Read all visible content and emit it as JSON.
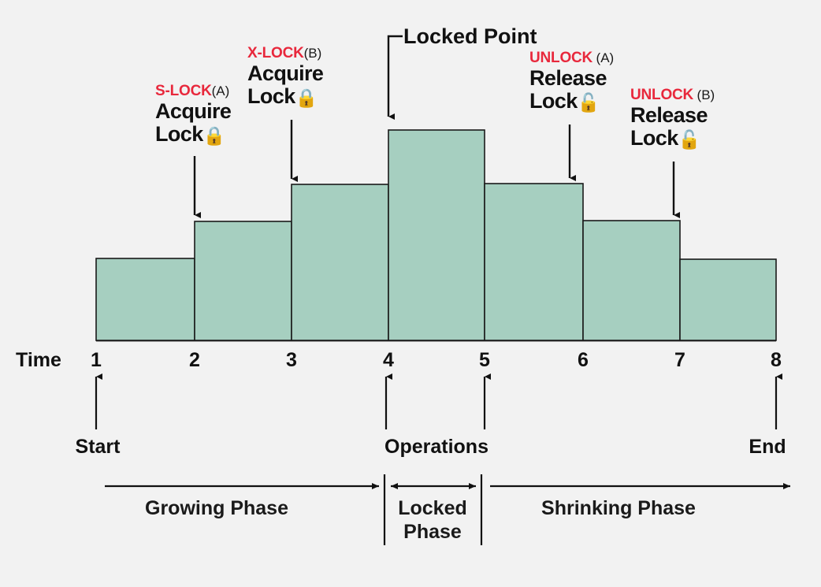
{
  "figure": {
    "background_color": "#f2f2f2",
    "bar_fill": "#a6cfc0",
    "bar_stroke": "#1a1a1a",
    "accent_color": "#e8283c",
    "text_color": "#111111"
  },
  "chart_data": {
    "type": "bar",
    "title": "",
    "xlabel": "Time",
    "ylabel": "",
    "categories": [
      "1",
      "2",
      "3",
      "4",
      "5",
      "6",
      "7",
      "8"
    ],
    "tick_labels": [
      "1",
      "2",
      "3",
      "4",
      "5",
      "6",
      "7",
      "8"
    ],
    "values": [
      1,
      2,
      3,
      4,
      3,
      2,
      1
    ],
    "bar_spans": [
      {
        "from": "1",
        "to": "2",
        "level": 1
      },
      {
        "from": "2",
        "to": "3",
        "level": 2
      },
      {
        "from": "3",
        "to": "4",
        "level": 3
      },
      {
        "from": "4",
        "to": "5",
        "level": 4
      },
      {
        "from": "5",
        "to": "6",
        "level": 3
      },
      {
        "from": "6",
        "to": "7",
        "level": 2
      },
      {
        "from": "7",
        "to": "8",
        "level": 1
      }
    ],
    "grid": false,
    "legend": "none",
    "description": "Two-phase locking protocol lock-count staircase over time"
  },
  "axis": {
    "time_label": "Time"
  },
  "locked_point": {
    "label": "Locked Point"
  },
  "annotations": [
    {
      "id": "s-lock-a",
      "op": "S-LOCK",
      "resource": "(A)",
      "action_line1": "Acquire",
      "action_line2": "Lock",
      "icon": "closed-padlock-icon",
      "icon_glyph": "🔒",
      "target_tick": "2"
    },
    {
      "id": "x-lock-b",
      "op": "X-LOCK",
      "resource": "(B)",
      "action_line1": "Acquire",
      "action_line2": "Lock",
      "icon": "closed-padlock-icon",
      "icon_glyph": "🔒",
      "target_tick": "3"
    },
    {
      "id": "unlock-a",
      "op": "UNLOCK",
      "resource": "(A)",
      "action_line1": "Release",
      "action_line2": "Lock",
      "icon": "open-padlock-icon",
      "icon_glyph": "🔓",
      "target_tick": "6"
    },
    {
      "id": "unlock-b",
      "op": "UNLOCK",
      "resource": "(B)",
      "action_line1": "Release",
      "action_line2": "Lock",
      "icon": "open-padlock-icon",
      "icon_glyph": "🔓",
      "target_tick": "7"
    }
  ],
  "events": [
    {
      "id": "start",
      "label": "Start",
      "tick": "1"
    },
    {
      "id": "operations",
      "label": "Operations",
      "ticks": [
        "4",
        "5"
      ]
    },
    {
      "id": "end",
      "label": "End",
      "tick": "8"
    }
  ],
  "phases": [
    {
      "id": "growing",
      "label": "Growing Phase",
      "from": "1",
      "to": "4",
      "arrow": "right"
    },
    {
      "id": "locked",
      "label": "Locked\nPhase",
      "line1": "Locked",
      "line2": "Phase",
      "from": "4",
      "to": "5",
      "arrow": "both"
    },
    {
      "id": "shrinking",
      "label": "Shrinking Phase",
      "from": "5",
      "to": "8",
      "arrow": "right"
    }
  ]
}
